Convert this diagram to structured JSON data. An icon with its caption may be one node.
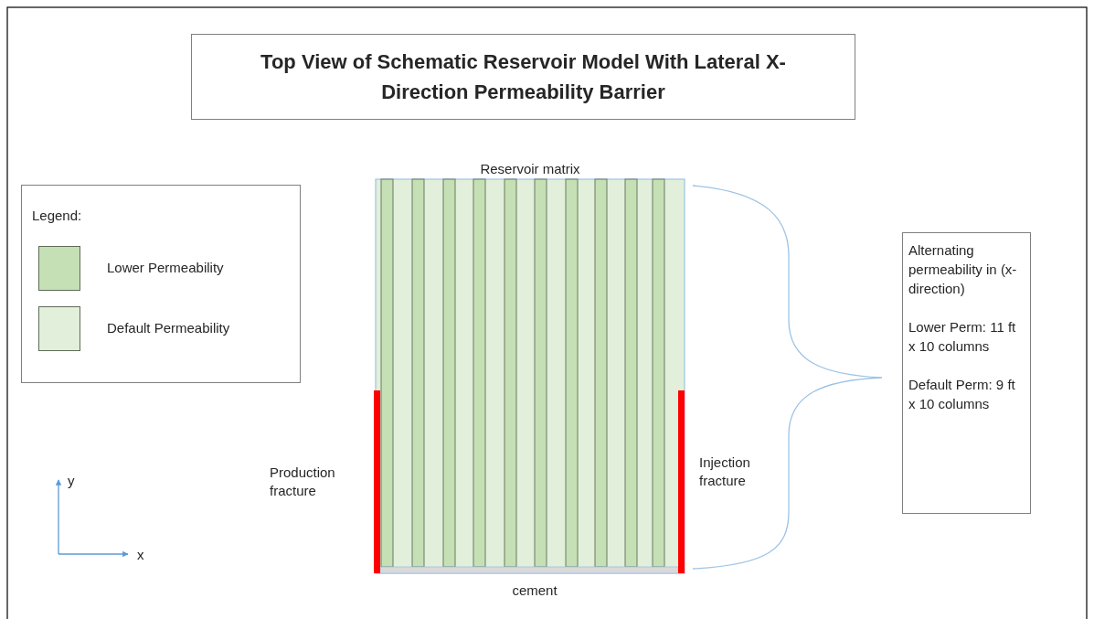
{
  "diagram": {
    "title": "Top View of Schematic Reservoir Model With Lateral X- Direction Permeability Barrier",
    "nodes": [
      {
        "text": [
          "Legend:"
        ]
      },
      {
        "text": [
          "Alternating permeability in (x-direction)",
          "Lower Perm: 11 ft x 10 columns",
          "Default Perm: 9 ft x 10 columns"
        ]
      }
    ],
    "labels": [
      "Reservoir matrix",
      "Production fracture",
      "Injection fracture",
      "y",
      "x",
      "cement"
    ],
    "legend": [
      {
        "text": "Lower Permeability",
        "color": "#c5e0b4"
      },
      {
        "text": "Default Permeability",
        "color": "#e2efda"
      }
    ]
  }
}
